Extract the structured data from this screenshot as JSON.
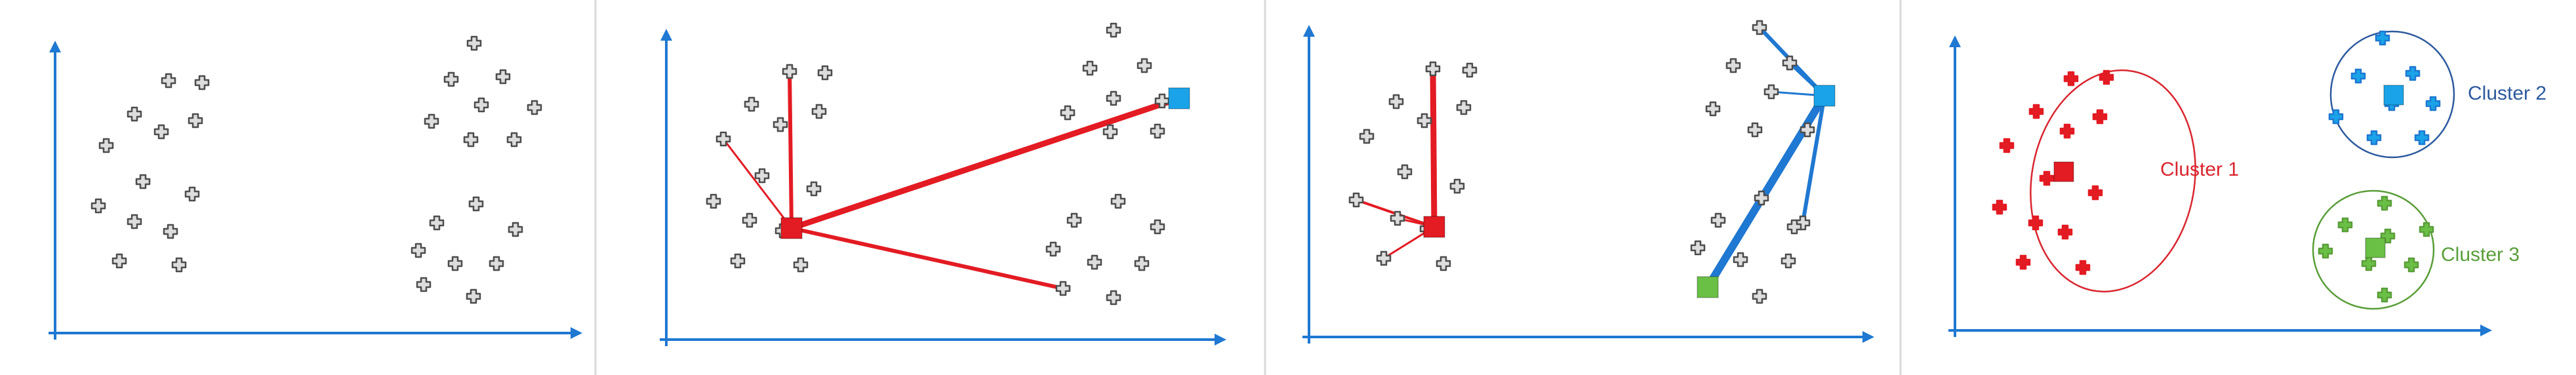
{
  "colors": {
    "axis": "#1f78d1",
    "point_fill": "#dddddd",
    "point_stroke": "#4d4d4d",
    "red": "#e31b23",
    "blue": "#1aa3e8",
    "blue_dark": "#1f78d1",
    "green": "#6abf45",
    "green_dark": "#5a9e3a",
    "divider": "#d9d9d9",
    "cluster1": "#d9262f",
    "cluster2": "#2d5a9e",
    "cluster3": "#5a9e3a"
  },
  "clusters": [
    {
      "name": "Cluster 1",
      "color": "#d9262f"
    },
    {
      "name": "Cluster 2",
      "color": "#2d5a9e"
    },
    {
      "name": "Cluster 3",
      "color": "#5a9e3a"
    }
  ],
  "panels": [
    {
      "step": "data points",
      "centroids": []
    },
    {
      "step": "distances from red centroid",
      "centroids": [
        "red",
        "blue"
      ]
    },
    {
      "step": "assignment to nearest centroid",
      "centroids": [
        "red",
        "blue",
        "green"
      ]
    },
    {
      "step": "final clusters",
      "centroids": [
        "red",
        "blue",
        "green"
      ]
    }
  ]
}
